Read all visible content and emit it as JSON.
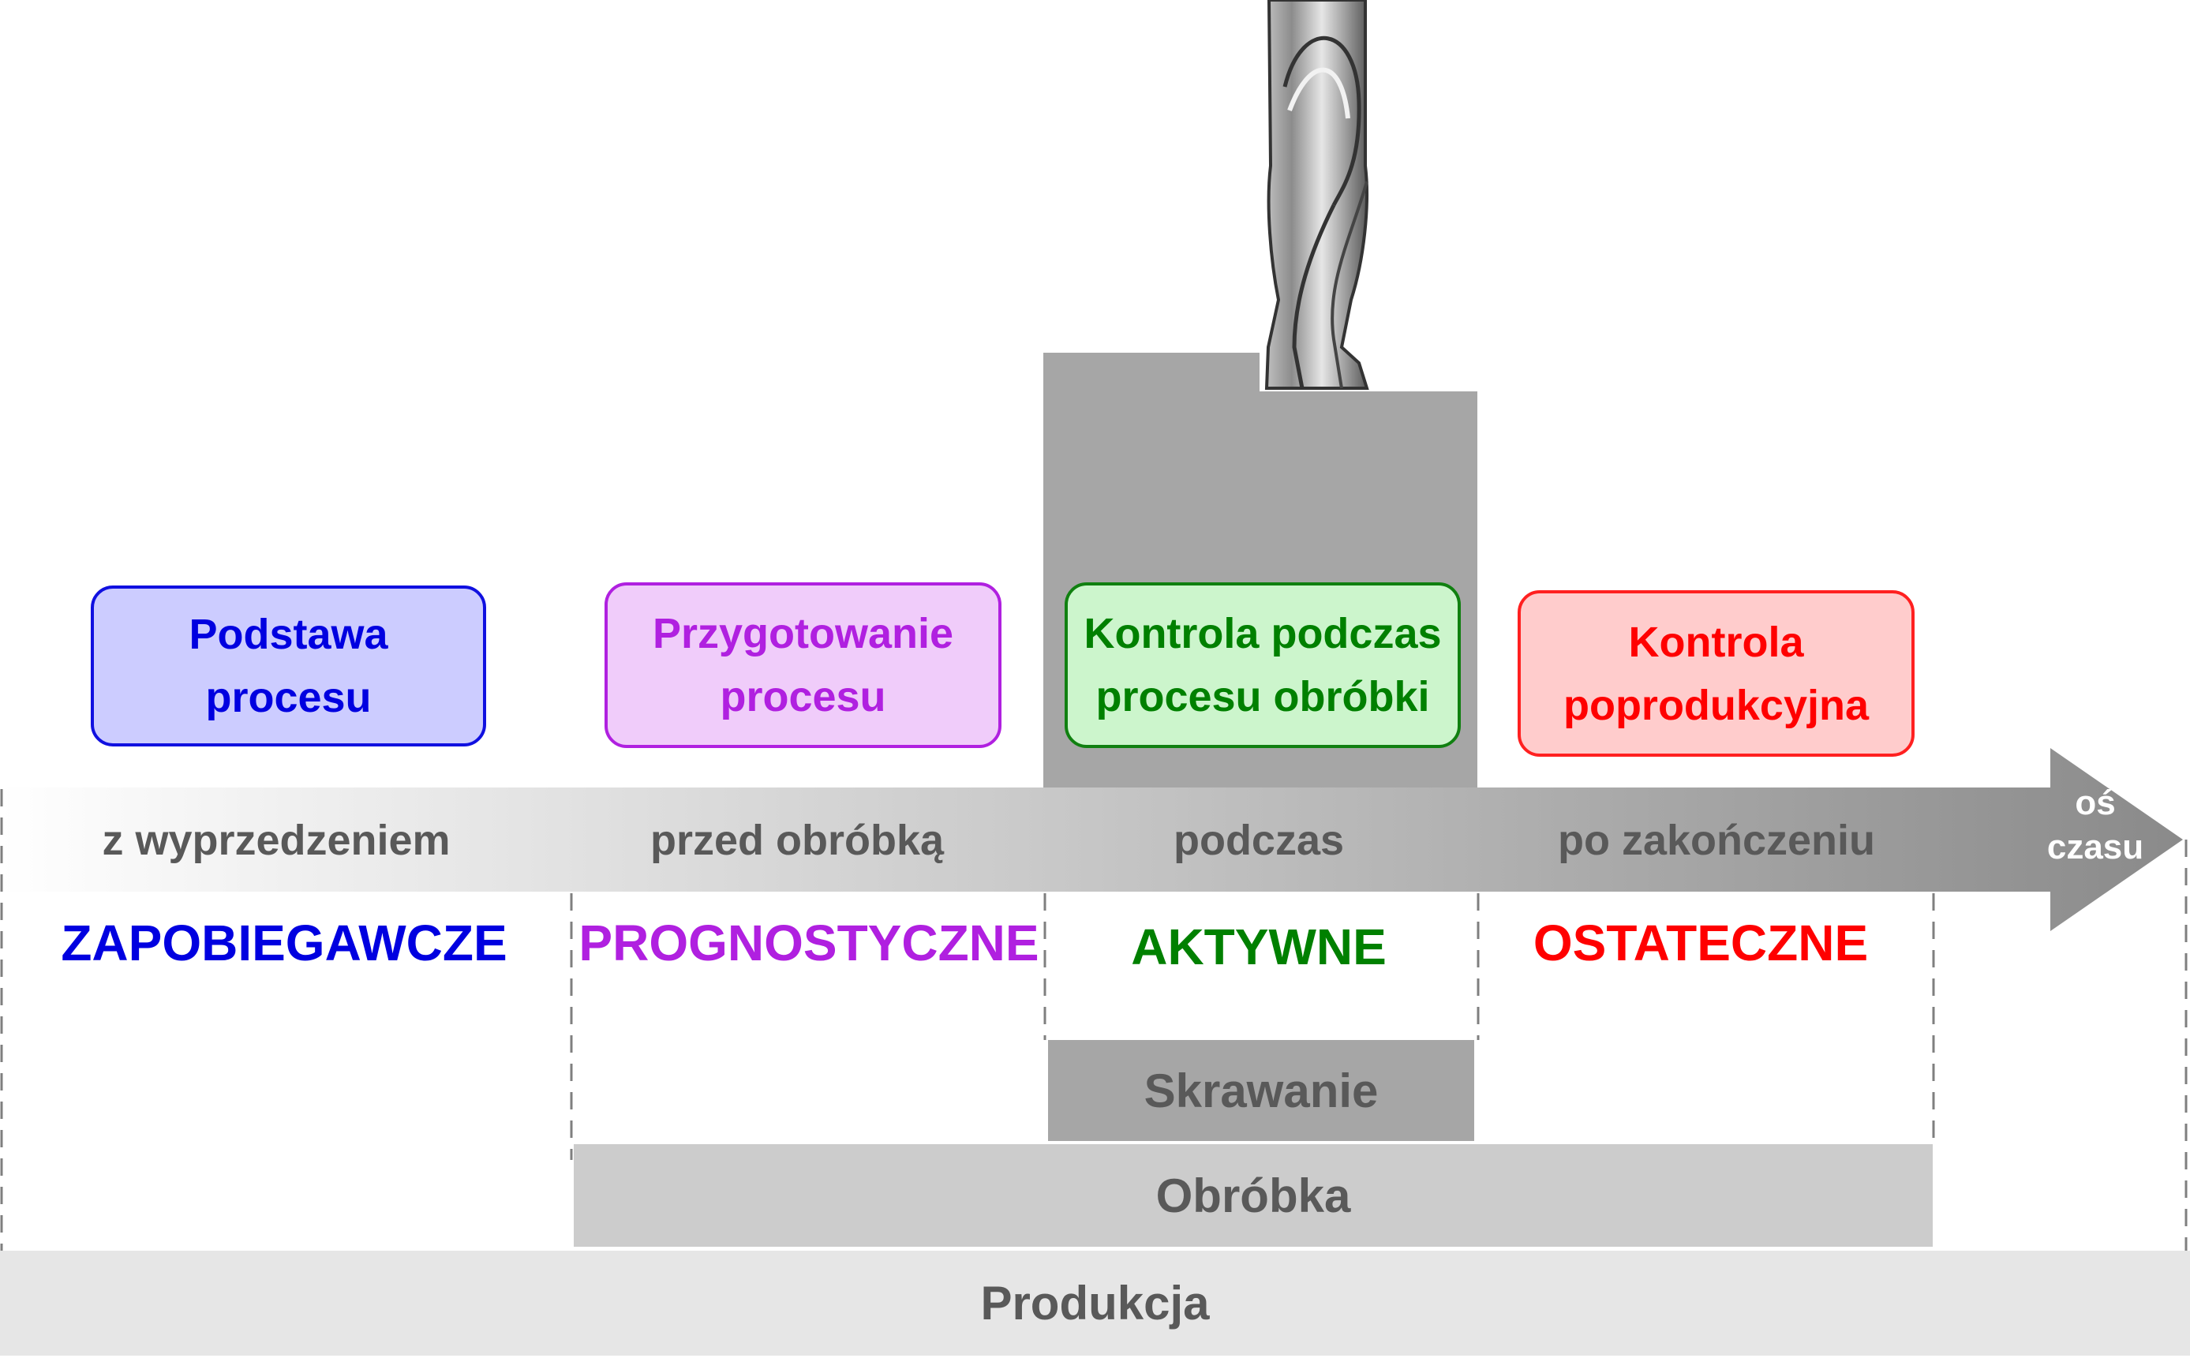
{
  "boxes": [
    {
      "line1": "Podstawa",
      "line2": "procesu",
      "text_color": "#0000e0",
      "fill": "#ccccff",
      "border": "#1010e0"
    },
    {
      "line1": "Przygotowanie",
      "line2": "procesu",
      "text_color": "#b020e0",
      "fill": "#f0ccfa",
      "border": "#b020e0"
    },
    {
      "line1": "Kontrola podczas",
      "line2": "procesu obróbki",
      "text_color": "#008000",
      "fill": "#ccf5cc",
      "border": "#108010"
    },
    {
      "line1": "Kontrola",
      "line2": "poprodukcyjna",
      "text_color": "#ff0000",
      "fill": "#ffcccc",
      "border": "#ff2020"
    }
  ],
  "phases": [
    "z wyprzedzeniem",
    "przed obróbką",
    "podczas",
    "po zakończeniu"
  ],
  "categories": [
    {
      "label": "ZAPOBIEGAWCZE",
      "color": "#0000e0"
    },
    {
      "label": "PROGNOSTYCZNE",
      "color": "#b020e0"
    },
    {
      "label": "AKTYWNE",
      "color": "#008000"
    },
    {
      "label": "OSTATECZNE",
      "color": "#ff0000"
    }
  ],
  "axis": {
    "line1": "oś",
    "line2": "czasu"
  },
  "bars": {
    "cutting": "Skrawanie",
    "machining": "Obróbka",
    "production": "Produkcja"
  },
  "colors": {
    "workpiece": "#a6a6a6",
    "cutting_bar": "#a6a6a6",
    "machining_bar": "#cccccc",
    "production_bar": "#e6e6e6",
    "dash": "#7f7f7f"
  },
  "icons": {
    "tool": "end-mill-cutter-icon"
  }
}
